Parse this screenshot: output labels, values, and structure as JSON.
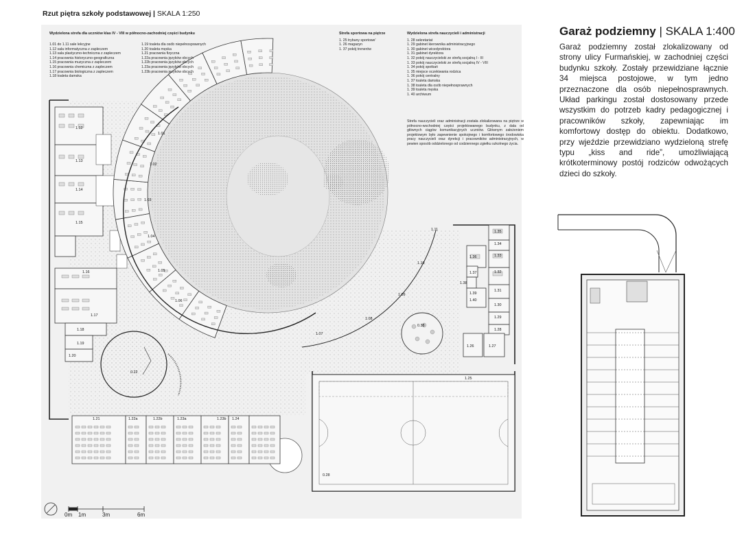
{
  "plan": {
    "title": "Rzut piętra szkoły podstawowej",
    "scale": "SKALA 1:250",
    "legend_students": {
      "heading": "Wydzielona strefa dla uczniów klas IV - VIII w północno-zachodniej części budynku",
      "col1": [
        "1.01 do 1.11 sale lekcyjne",
        "1.12 sala informatyczna z zapleczem",
        "1.13 sala plastyczno-techniczna z zapleczem",
        "1.14 pracownia historyczno-geograficzna",
        "1.15 pracownia muzyczna z zapleczem",
        "1.16 pracownia chemiczna z zapleczem",
        "1.17 pracownia biologiczna z zapleczem",
        "1.18 toaleta damska"
      ],
      "col2": [
        "1.19 toaleta dla osób niepełnosprawnych",
        "1.20 toaleta męska",
        "1.21 pracownia fizyczna",
        "1.22a pracownia języków obcych",
        "1.22b pracownia języków obcych",
        "1.23a pracownia języków obcych",
        "1.23b pracownia języków obcych"
      ]
    },
    "legend_sport": {
      "heading": "Strefa sportowa na piętrze",
      "items": [
        "1. 25 trybuny sportowe'",
        "1. 26 magazyn",
        "1. 37 pokój trenerów"
      ]
    },
    "legend_teachers": {
      "heading": "Wydzielona strefa nauczycieli i administracji",
      "items": [
        "1. 28 sekretariat",
        "1. 29 gabinet kierownika administracyjnego",
        "1. 30 gabinet wicedyrektora",
        "1. 31 gabinet dyrektora",
        "1. 32 pokój nauczycielski ze strefą socjalną I - III",
        "1. 33 pokój nauczycielski ze strefą socjalną IV - VIII",
        "1. 34 pokój spotkań",
        "1. 35 miejsce oczekiwania rodzica",
        "1. 36 pokój centralny",
        "1. 37 toaleta damska",
        "1. 38 toaleta dla osób niepełnosprawnych",
        "1. 39 toaleta męska",
        "1. 40 archiwum"
      ]
    },
    "teachers_text": "Strefa nauczycieli oraz administracji została zlokalizowana na piętrze w północno-wschodniej części projektowanego budynku, z dala od głównych ciągów komunikacyjnych uczniów. Głównym założeniem projektowym było zapewnienie spokojnego i komfortowego środowiska pracy nauczycieli oraz dyrekcji i pracowników administracyjnych, w pewien sposób oddzielonego od codziennego zgiełku szkolnego życia.",
    "scalebar": [
      "0m",
      "1m",
      "3m",
      "6m"
    ],
    "room_labels": {
      "r101": "1.01",
      "r102": "1.02",
      "r103": "1.03",
      "r104": "1.04",
      "r105": "1.05",
      "r106": "1.06",
      "r107": "1.07",
      "r108": "1.08",
      "r109": "1.09",
      "r110": "1.10",
      "r111": "1.11",
      "r112": "1.12",
      "r113": "1.13",
      "r114": "1.14",
      "r115": "1.15",
      "r116": "1.16",
      "r117": "1.17",
      "r118": "1.18",
      "r119": "1.19",
      "r120": "1.20",
      "r121": "1.21",
      "r122a": "1.22a",
      "r122b": "1.22b",
      "r123a": "1.23a",
      "r123b": "1.23b",
      "r124": "1.24",
      "r125": "1.25",
      "r122": "0.22",
      "r128": "0.28",
      "r138b": "0.38",
      "r126": "1.26",
      "r127": "1.27",
      "r128a": "1.28",
      "r129": "1.29",
      "r130": "1.30",
      "r131": "1.31",
      "r132": "1.32",
      "r133": "1.33",
      "r134": "1.34",
      "r135": "1.35",
      "r136": "1.36",
      "r137": "1.37",
      "r138": "1.38",
      "r139": "1.39",
      "r140": "1.40"
    }
  },
  "garage": {
    "title": "Garaż podziemny",
    "scale": "SKALA 1:400",
    "description": "Garaż podziemny został zlokalizowany od strony ulicy Furmańskiej, w zachodniej części budynku szkoły. Zostały przewidziane łącznie 34 miejsca postojowe, w tym jedno przeznaczone dla osób niepełnosprawnych. Układ parkingu został dostosowany przede wszystkim do potrzeb kadry pedagogicznej i pracowników szkoły, zapewniając im komfortowy dostęp do obiektu. Dodatkowo, przy wjeździe przewidziano wydzieloną strefę typu „kiss and ride”, umożliwiającą krótkoterminowy postój rodziców odwożących dzieci do szkoły."
  }
}
